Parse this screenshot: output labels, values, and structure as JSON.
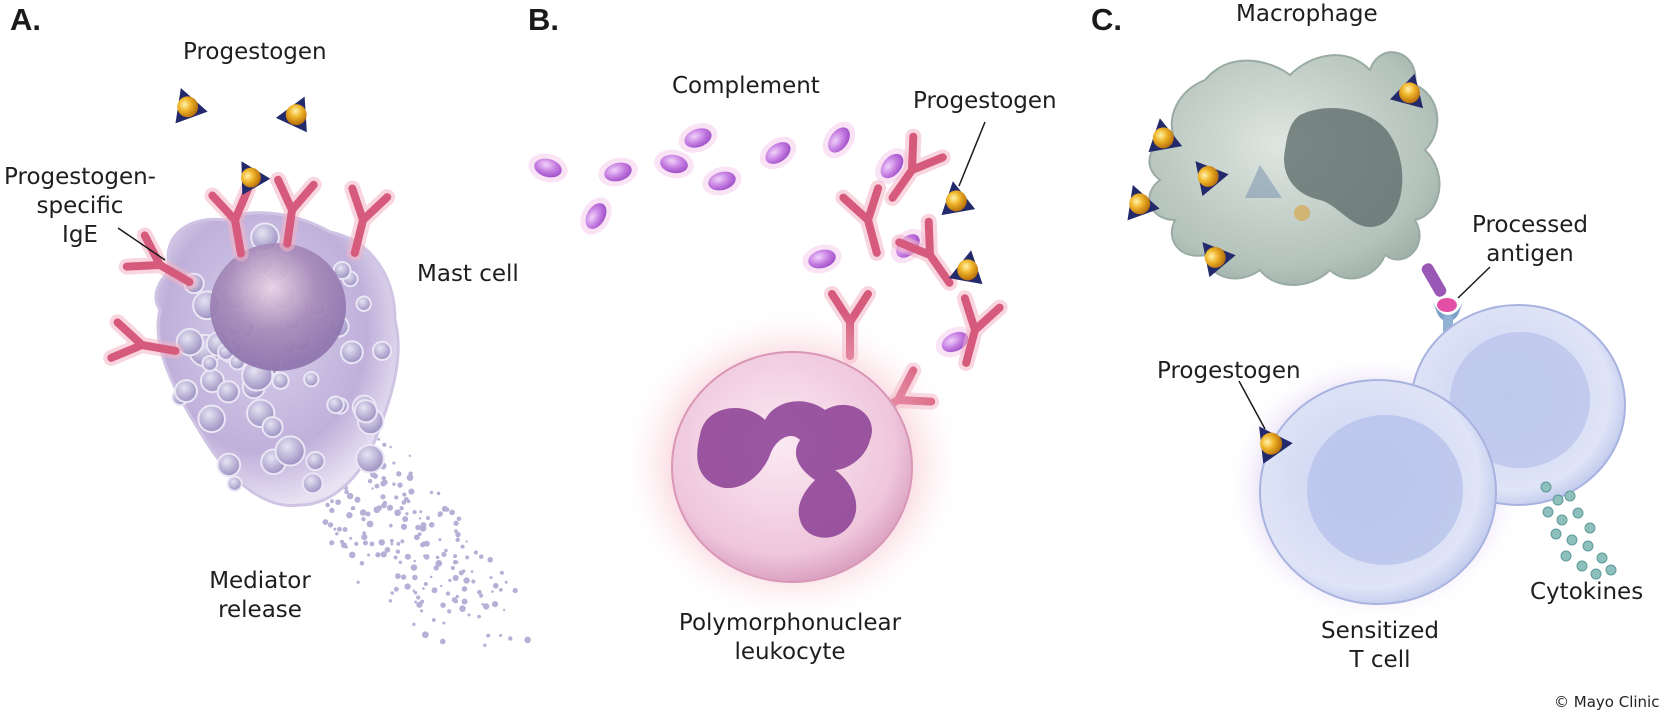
{
  "colors": {
    "antibody": "#d9607e",
    "antibody_glow": "#f2a7bb",
    "progestogen_core": "#e8a21c",
    "progestogen_shell": "#232a6b",
    "complement": "#c77ee0",
    "mast_cell": "#c9bde0",
    "neutrophil": "#f3d3e6",
    "neutrophil_nucleus": "#8a3d93",
    "macrophage": "#b9c7c0",
    "t_cell": "#cfd7f2",
    "cytokine": "#7fb3b0"
  },
  "panels": {
    "a": {
      "letter": "A.",
      "labels": {
        "progestogen": "Progestogen",
        "ige_line1": "Progestogen-",
        "ige_line2": "specific",
        "ige_line3": "IgE",
        "mast_cell": "Mast cell",
        "mediator_line1": "Mediator",
        "mediator_line2": "release"
      }
    },
    "b": {
      "letter": "B.",
      "labels": {
        "complement": "Complement",
        "progestogen": "Progestogen",
        "pmn_line1": "Polymorphonuclear",
        "pmn_line2": "leukocyte"
      }
    },
    "c": {
      "letter": "C.",
      "labels": {
        "macrophage": "Macrophage",
        "processed_line1": "Processed",
        "processed_line2": "antigen",
        "progestogen": "Progestogen",
        "tcell_line1": "Sensitized",
        "tcell_line2": "T cell",
        "cytokines": "Cytokines"
      }
    }
  },
  "copyright": "© Mayo Clinic"
}
